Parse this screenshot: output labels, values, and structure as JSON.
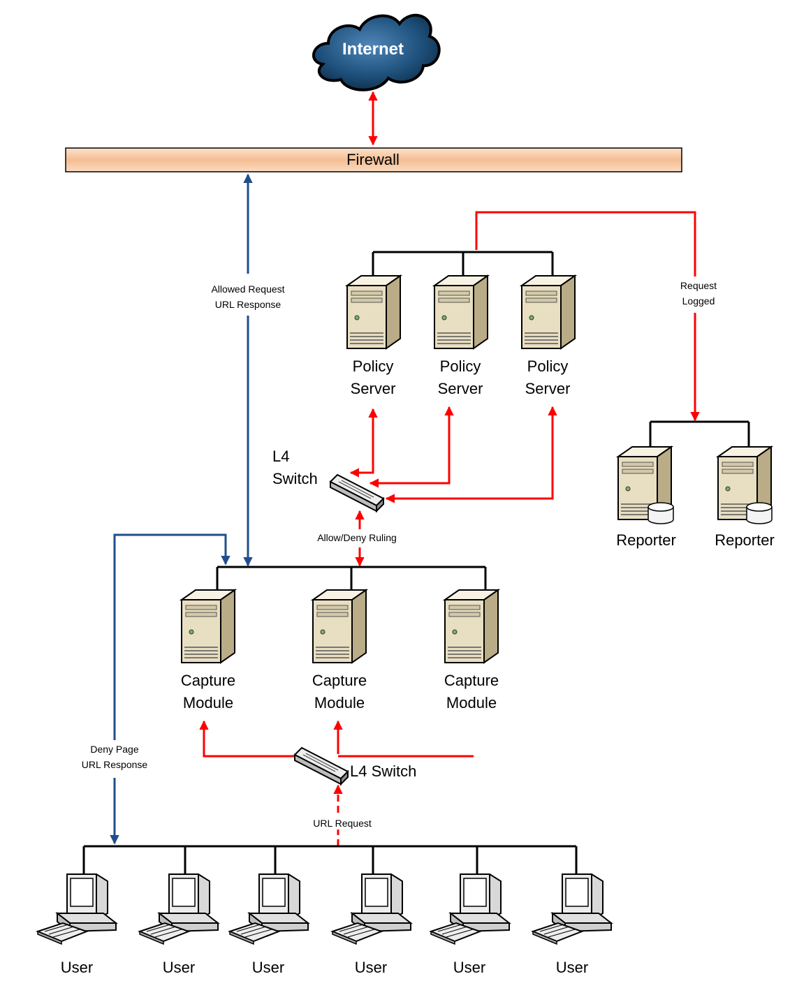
{
  "internet": {
    "label": "Internet"
  },
  "firewall": {
    "label": "Firewall"
  },
  "edge_labels": {
    "allowed_request": "Allowed Request",
    "url_response": "URL Response",
    "request_logged_1": "Request",
    "request_logged_2": "Logged",
    "allow_deny": "Allow/Deny Ruling",
    "deny_page": "Deny Page",
    "deny_url_response": "URL Response",
    "url_request": "URL Request"
  },
  "policy_servers": [
    {
      "line1": "Policy",
      "line2": "Server"
    },
    {
      "line1": "Policy",
      "line2": "Server"
    },
    {
      "line1": "Policy",
      "line2": "Server"
    }
  ],
  "reporters": [
    {
      "label": "Reporter"
    },
    {
      "label": "Reporter"
    }
  ],
  "capture_modules": [
    {
      "line1": "Capture",
      "line2": "Module"
    },
    {
      "line1": "Capture",
      "line2": "Module"
    },
    {
      "line1": "Capture",
      "line2": "Module"
    }
  ],
  "switch_top": {
    "line1": "L4",
    "line2": "Switch"
  },
  "switch_bottom": {
    "label": "L4 Switch"
  },
  "users": [
    {
      "label": "User"
    },
    {
      "label": "User"
    },
    {
      "label": "User"
    },
    {
      "label": "User"
    },
    {
      "label": "User"
    },
    {
      "label": "User"
    }
  ],
  "colors": {
    "red_arrow": "#ff0000",
    "blue_arrow": "#1f4e8c",
    "bus_line": "#000000",
    "firewall_fill": "#f6c9a4",
    "server_body": "#e9dfc4",
    "cloud_fill": "#1d4f7a"
  }
}
